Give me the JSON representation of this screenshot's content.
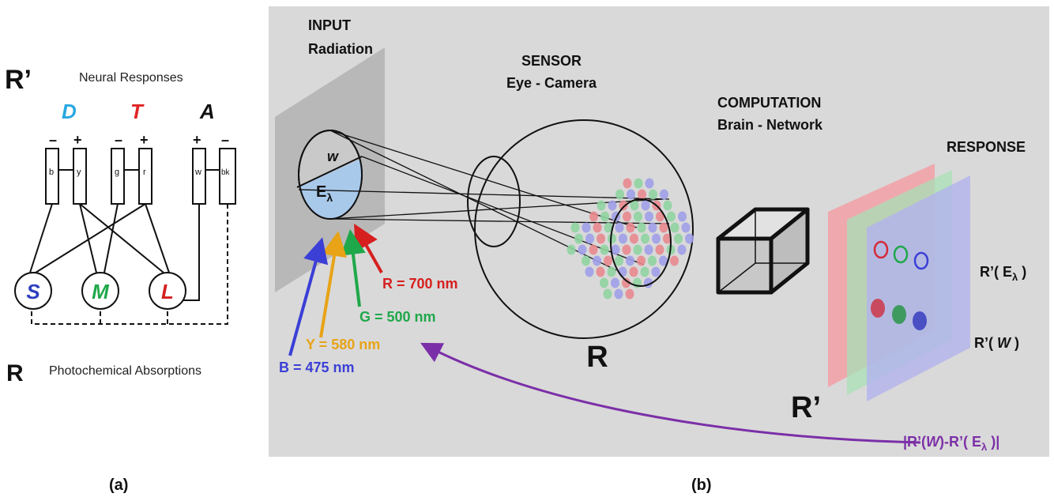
{
  "panel_a": {
    "top_label": "R’",
    "top_caption": "Neural Responses",
    "bottom_label": "R",
    "bottom_caption": "Photochemical Absorptions",
    "channels": [
      {
        "name": "D",
        "color": "#29a8e0",
        "neg": "–",
        "pos": "+",
        "left_box": "b",
        "right_box": "y"
      },
      {
        "name": "T",
        "color": "#e02424",
        "neg": "–",
        "pos": "+",
        "left_box": "g",
        "right_box": "r"
      },
      {
        "name": "A",
        "color": "#111111",
        "neg": "–",
        "pos": "+",
        "left_box": "w",
        "right_box": "bk"
      }
    ],
    "cones": [
      {
        "name": "S",
        "color": "#2e3fbf"
      },
      {
        "name": "M",
        "color": "#1fa84a"
      },
      {
        "name": "L",
        "color": "#d42020"
      }
    ],
    "caption": "(a)"
  },
  "panel_b": {
    "input_title": "INPUT",
    "input_subtitle": "Radiation",
    "sensor_title": "SENSOR",
    "sensor_subtitle": "Eye - Camera",
    "computation_title": "COMPUTATION",
    "computation_subtitle": "Brain - Network",
    "response_title": "RESPONSE",
    "w_label": "w",
    "e_label": "E",
    "e_sub": "λ",
    "sensor_label": "R",
    "response_label": "R’",
    "wavelengths": [
      {
        "label": "R = 700 nm",
        "color": "#d61f1f"
      },
      {
        "label": "G = 500 nm",
        "color": "#1fa84a"
      },
      {
        "label": "Y = 580 nm",
        "color": "#e8a317"
      },
      {
        "label": "B = 475 nm",
        "color": "#3b3fd6"
      }
    ],
    "response_e_prefix": "R’( E",
    "response_e_sub": "λ",
    "response_e_suffix": " )",
    "response_w_prefix": "R’( ",
    "response_w_mid": "W",
    "response_w_suffix": " )",
    "diff_prefix": "|R’(",
    "diff_w": "W",
    "diff_mid": ")-R’( E",
    "diff_sub": "λ",
    "diff_suffix": " )|",
    "diff_color": "#7b2fa8",
    "plane_colors": [
      "#f2a0a6",
      "#a8e0b5",
      "#b3b3ee"
    ],
    "caption": "(b)"
  }
}
